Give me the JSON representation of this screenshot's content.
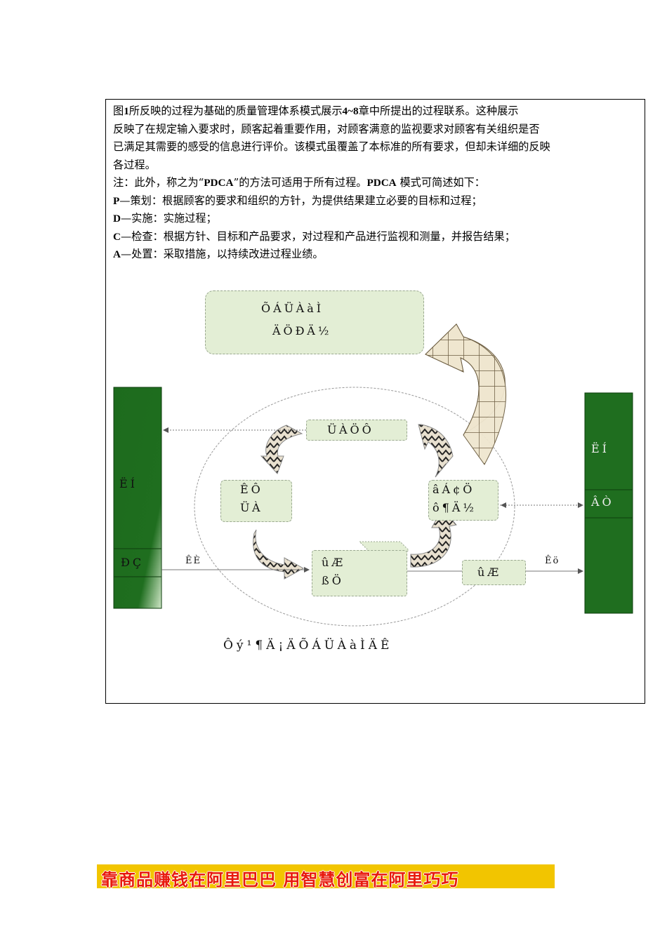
{
  "text": {
    "l1a": "图",
    "l1b": "1",
    "l1c": "所反映的过程为基础的质量管理体系模式展示",
    "l1d": "4~8",
    "l1e": "章中所提出的过程联系。这种展示",
    "l2": "反映了在规定输入要求时，顾客起着重要作用，对顾客满意的监视要求对顾客有关组织是否",
    "l3": "已满足其需要的感受的信息进行评价。该模式虽覆盖了本标准的所有要求，但却未详细的反映",
    "l4": "各过程。",
    "note_a": "注：此外，称之为“",
    "note_b": "PDCA",
    "note_c": "”的方法可适用于所有过程。",
    "note_d": "PDCA",
    "note_e": " 模式可简述如下：",
    "p_key": "P",
    "p_text": "—策划：根据顾客的要求和组织的方针，为提供结果建立必要的目标和过程；",
    "d_key": "D",
    "d_text": "—实施：实施过程；",
    "c_key": "C",
    "c_text": "—检查：根据方针、目标和产品要求，对过程和产品进行监视和测量，并报告结果；",
    "a_key": "A",
    "a_text": "—处置：采取措施，以持续改进过程业绩。"
  },
  "diagram": {
    "top_box_1": "ÕÁÜÀàÌ",
    "top_box_2": "ÄÖÐÄ½",
    "left_bar_top": "ËÍ",
    "left_bar_bottom": "ÐÇ",
    "right_bar_top": "ËÍ",
    "right_bar_bottom": "ÂÒ",
    "mgmt_box": "ÜÀÖÔ",
    "res_box_1": "ÊÔ",
    "res_box_2": "ÜÀ",
    "meas_box_1": "âÁ¢Ö",
    "meas_box_2": "ô¶Ä½",
    "prod_box_1": "ûÆ",
    "prod_box_2": "ßÖ",
    "out_box": "ûÆ",
    "input_label": "ÊÈ",
    "output_label": "Êö",
    "caption": "Ôý¹¶Ä¡ÄÕÁÜÀàÌÄÊ"
  },
  "banner": "靠商品赚钱在阿里巴巴  用智慧创富在阿里巧巧"
}
